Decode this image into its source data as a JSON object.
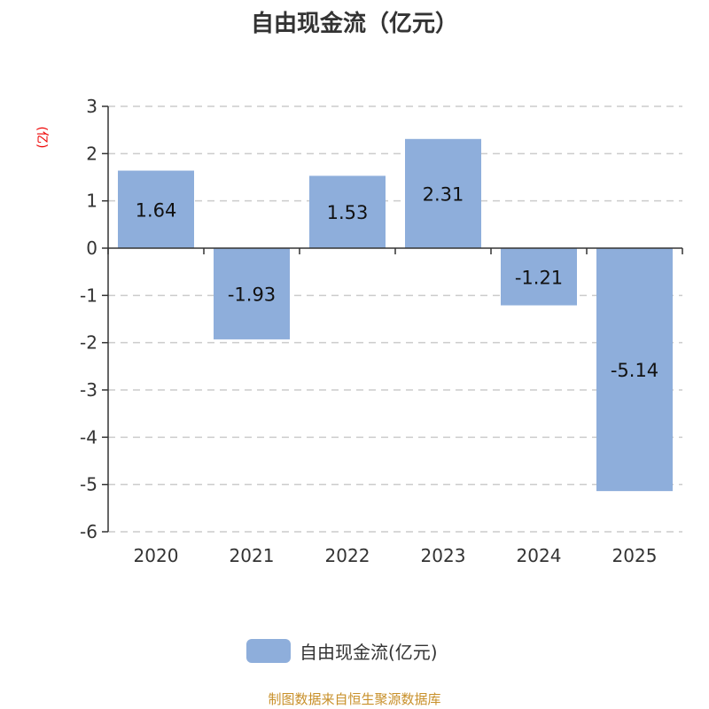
{
  "chart_data": {
    "type": "bar",
    "title": "自由现金流（亿元）",
    "ylabel": "(亿)",
    "xlabel": "",
    "categories": [
      "2020",
      "2021",
      "2022",
      "2023",
      "2024",
      "2025"
    ],
    "values": [
      1.64,
      -1.93,
      1.53,
      2.31,
      -1.21,
      -5.14
    ],
    "data_labels": [
      "1.64",
      "-1.93",
      "1.53",
      "2.31",
      "-1.21",
      "-5.14"
    ],
    "ylim": [
      -6,
      3
    ],
    "yticks": [
      3,
      2,
      1,
      0,
      -1,
      -2,
      -3,
      -4,
      -5,
      -6
    ],
    "grid": true,
    "legend": {
      "label": "自由现金流(亿元)",
      "placement": "bottom"
    },
    "bar_color": "#8eaedb"
  },
  "source": "制图数据来自恒生聚源数据库"
}
